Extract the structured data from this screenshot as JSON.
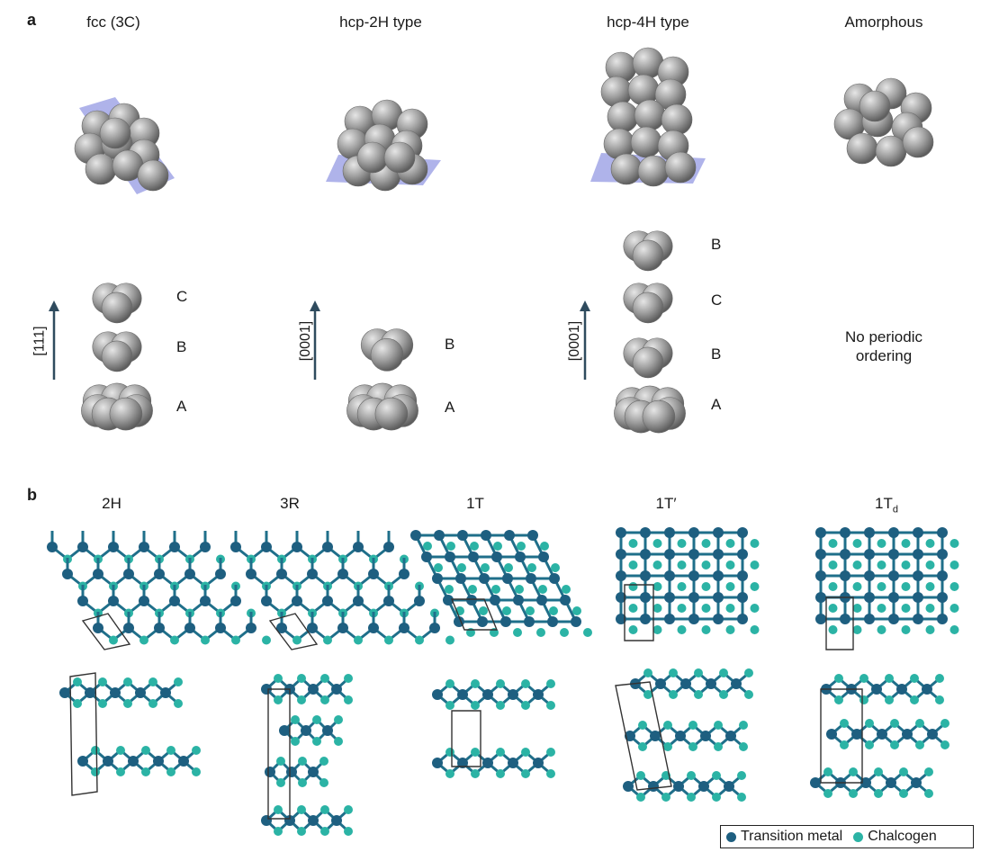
{
  "panel_a": {
    "letter": "a",
    "titles": [
      "fcc (3C)",
      "hcp-2H type",
      "hcp-4H type",
      "Amorphous"
    ],
    "axes": [
      "[111]",
      "[0001]",
      "[0001]"
    ],
    "fcc_layers": [
      "C",
      "B",
      "A"
    ],
    "hcp2h_layers": [
      "B",
      "A"
    ],
    "hcp4h_layers": [
      "B",
      "C",
      "B",
      "A"
    ],
    "amorphous_note_line1": "No periodic",
    "amorphous_note_line2": "ordering"
  },
  "panel_b": {
    "letter": "b",
    "titles": [
      "2H",
      "3R",
      "1T",
      "1T′",
      "1T"
    ],
    "title_1td_sub": "d"
  },
  "legend": {
    "metal_label": "Transition metal",
    "chalcogen_label": "Chalcogen"
  },
  "colors": {
    "metal": "#1e5f80",
    "chalcogen": "#2bb3a5",
    "atom_gray": "#9a9a9a",
    "plane_blue": "#6e74d9",
    "arrow": "#2f4b5e"
  }
}
